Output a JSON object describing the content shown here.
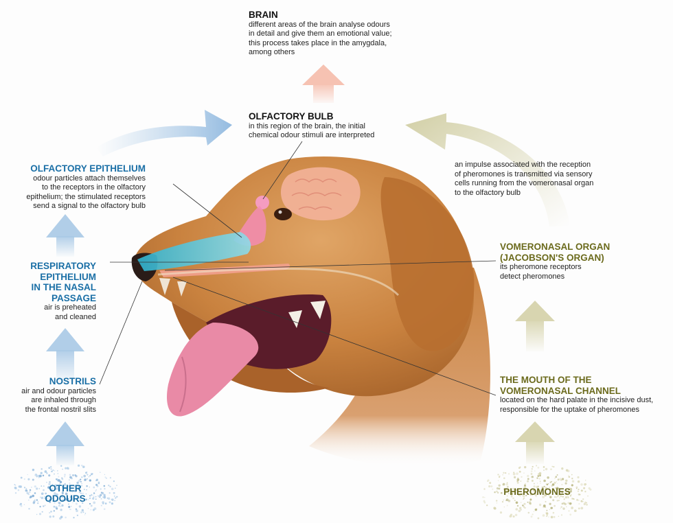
{
  "labels": {
    "brain": {
      "title": "BRAIN",
      "desc": "different areas of the brain analyse odours\nin detail and give them an emotional value;\nthis process takes place in the amygdala,\namong others"
    },
    "olfactory_bulb": {
      "title": "OLFACTORY BULB",
      "desc": "in this region of the brain, the initial\nchemical odour stimuli are interpreted"
    },
    "olfactory_epithelium": {
      "title": "OLFACTORY EPITHELIUM",
      "desc": "odour particles attach themselves\nto the receptors in the olfactory\nepithelium; the stimulated receptors\nsend a signal to the olfactory bulb"
    },
    "respiratory_epithelium": {
      "title": "RESPIRATORY\nEPITHELIUM\nIN THE NASAL\nPASSAGE",
      "desc": "air is preheated\nand cleaned"
    },
    "nostrils": {
      "title": "NOSTRILS",
      "desc": "air and odour particles\nare inhaled through\nthe frontal nostril slits"
    },
    "other_odours": {
      "title": "OTHER\nODOURS"
    },
    "impulse": {
      "desc": "an impulse associated with the reception\nof pheromones is transmitted via sensory\ncells running from the vomeronasal organ\nto the olfactory bulb"
    },
    "vomeronasal_organ": {
      "title": "VOMERONASAL ORGAN\n(JACOBSON'S ORGAN)",
      "desc": "its pheromone receptors\ndetect pheromones"
    },
    "vomeronasal_channel": {
      "title": "THE MOUTH OF THE\nVOMERONASAL CHANNEL",
      "desc": "located on the hard palate in the incisive dust,\nresponsible for the uptake of pheromones"
    },
    "pheromones": {
      "title": "PHEROMONES"
    }
  },
  "colors": {
    "blue_label": "#1a6fa6",
    "olive_label": "#6b6a1c",
    "blue_arrow": "#a9c9e6",
    "olive_arrow": "#d8d5b0",
    "pink_arrow": "#f6c2b2",
    "dog_fur": "#c9823f",
    "nasal_cyan": "#4fc3d8",
    "brain_pink": "#f3b39a",
    "tongue": "#e98aa6"
  }
}
